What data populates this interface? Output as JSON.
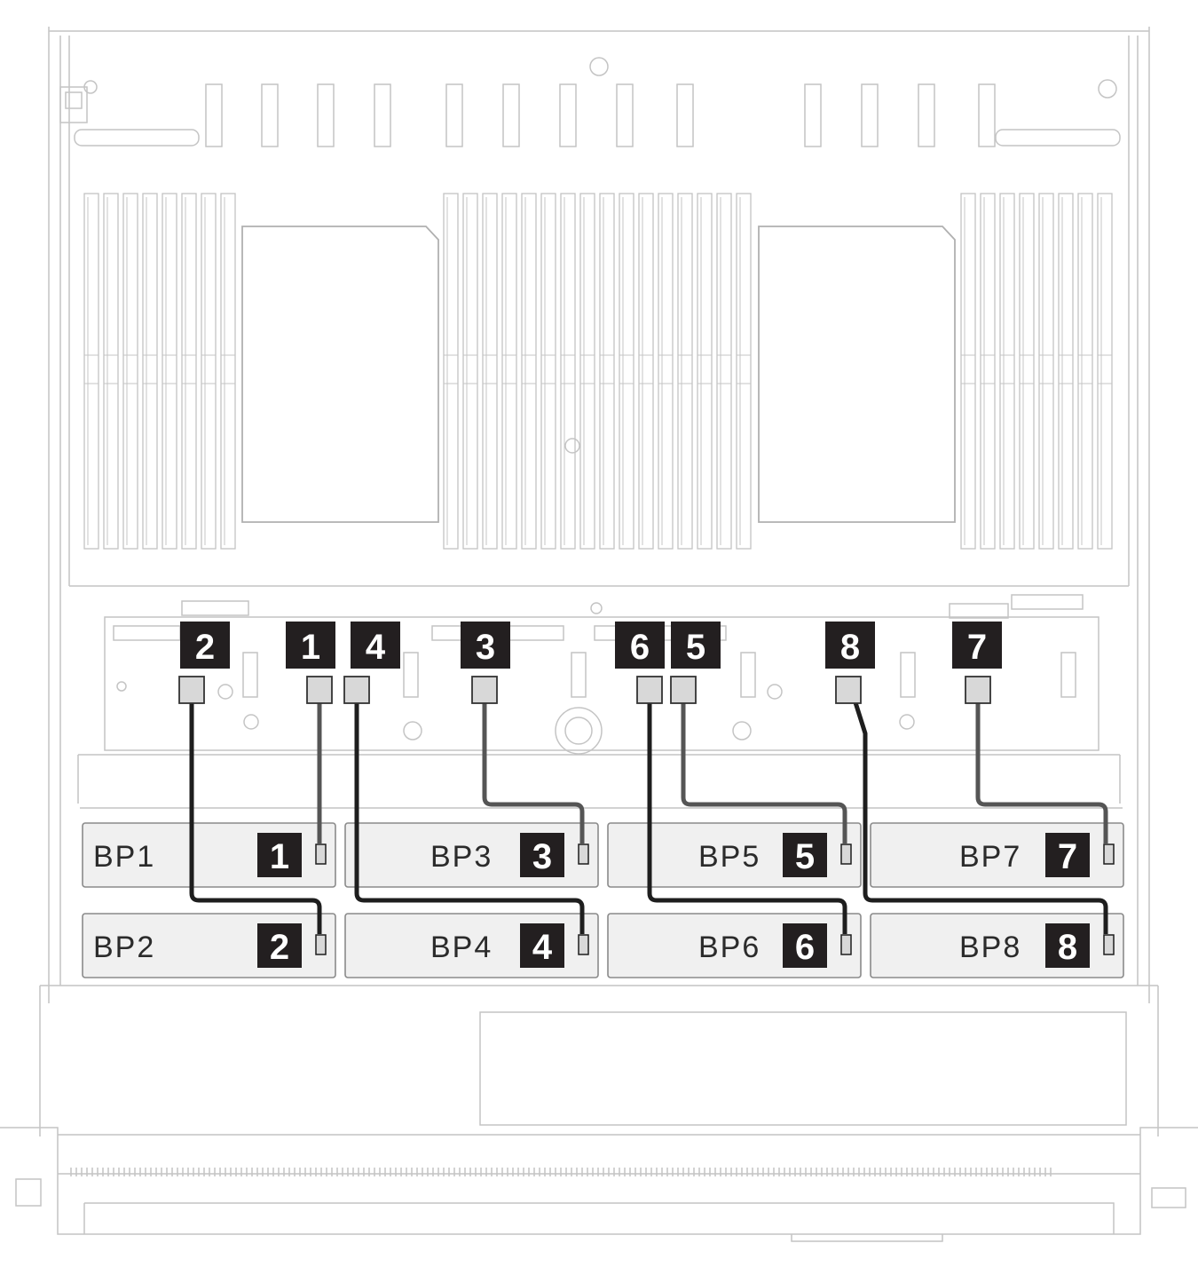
{
  "backplanes": [
    {
      "label": "BP1",
      "callout": "1"
    },
    {
      "label": "BP3",
      "callout": "3"
    },
    {
      "label": "BP5",
      "callout": "5"
    },
    {
      "label": "BP7",
      "callout": "7"
    },
    {
      "label": "BP2",
      "callout": "2"
    },
    {
      "label": "BP4",
      "callout": "4"
    },
    {
      "label": "BP6",
      "callout": "6"
    },
    {
      "label": "BP8",
      "callout": "8"
    }
  ],
  "connectors": [
    {
      "callout": "2"
    },
    {
      "callout": "1"
    },
    {
      "callout": "4"
    },
    {
      "callout": "3"
    },
    {
      "callout": "6"
    },
    {
      "callout": "5"
    },
    {
      "callout": "8"
    },
    {
      "callout": "7"
    }
  ],
  "colors": {
    "cable_dark": "#1e1e1e",
    "cable_gray": "#555555",
    "callout_fill": "#231f20",
    "backplane_fill": "#f0f0f0",
    "connector_fill": "#d8d8d8",
    "chassis_line": "#c4c4c4"
  }
}
